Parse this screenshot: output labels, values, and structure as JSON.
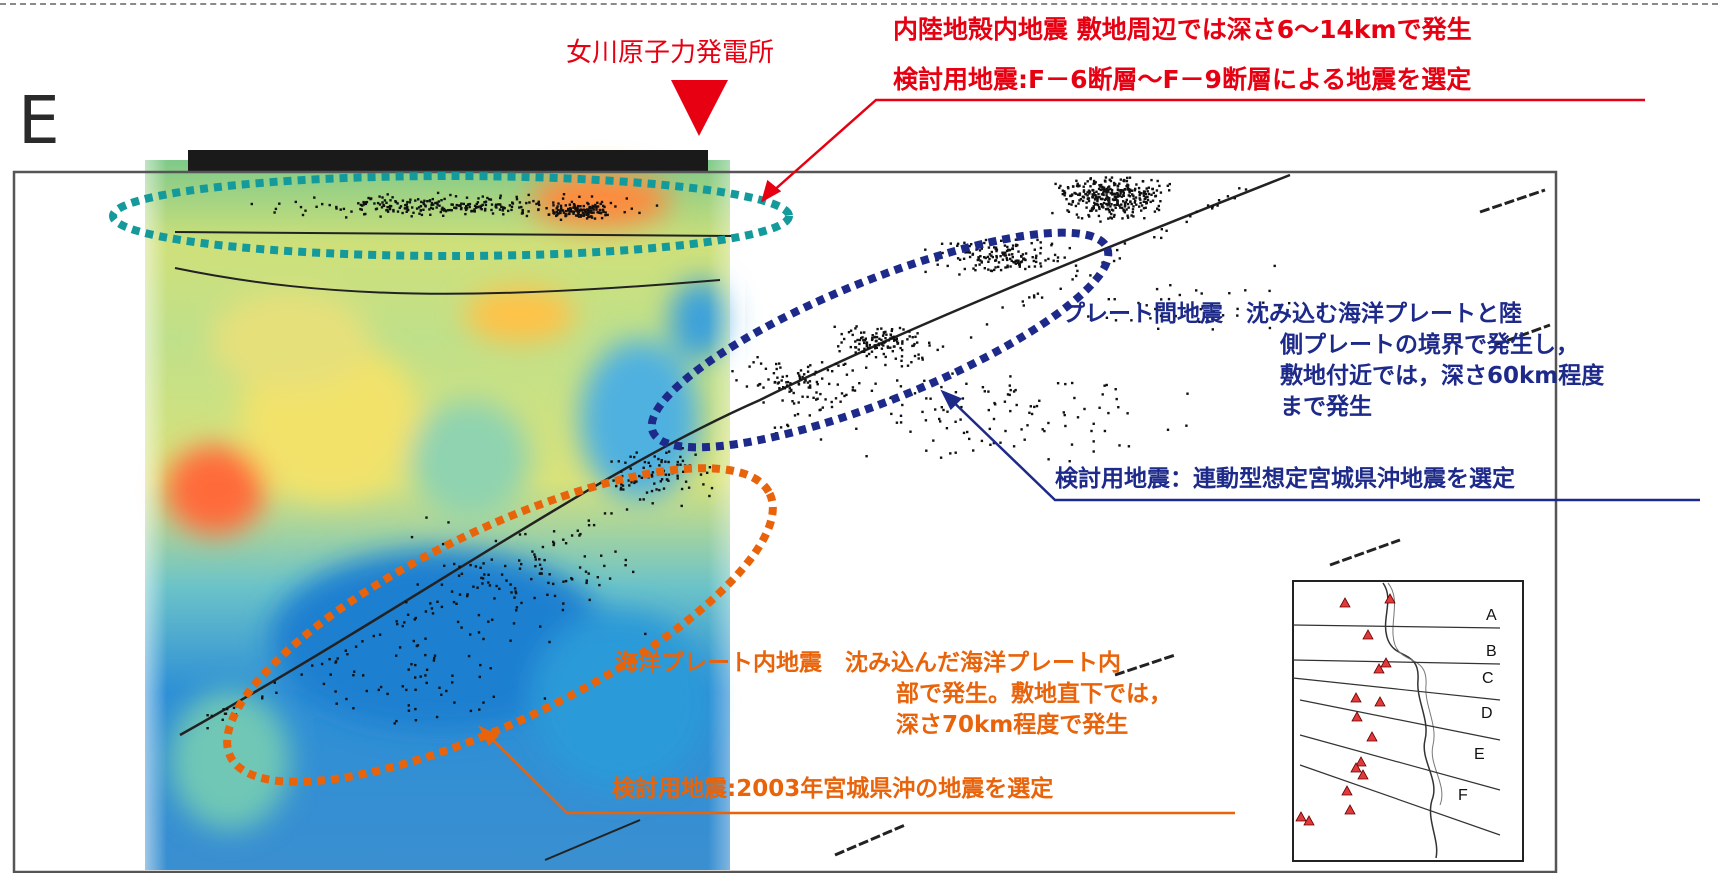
{
  "section_letter": "E",
  "plant_name": "女川原子力発電所",
  "crustal": {
    "line1": "内陸地殻内地震 敷地周辺では深さ6～14kmで発生",
    "line2": "検討用地震:F－6断層～F－9断層による地震を選定"
  },
  "interplate": {
    "line1": "プレート間地震　沈み込む海洋プレートと陸",
    "line2": "側プレートの境界で発生し，",
    "line3": "敷地付近では，深さ60km程度",
    "line4": "まで発生",
    "selected": "検討用地震：連動型想定宮城県沖地震を選定"
  },
  "intraslab": {
    "line1": "海洋プレート内地震　沈み込んだ海洋プレート内",
    "line2": "部で発生。敷地直下では，",
    "line3": "深さ70km程度で発生",
    "selected": "検討用地震:2003年宮城県沖の地震を選定"
  },
  "inset_map": {
    "profile_labels": [
      "A",
      "B",
      "C",
      "D",
      "E",
      "F"
    ]
  },
  "colors": {
    "crustal": "#e60012",
    "interplate": "#1d2a8a",
    "intraslab": "#e8630a",
    "crustal_ellipse": "#159a9c"
  }
}
